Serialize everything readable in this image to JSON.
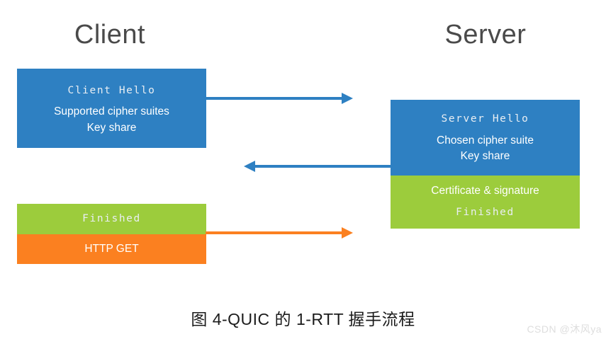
{
  "headers": {
    "client": "Client",
    "server": "Server"
  },
  "messages": {
    "client_hello": {
      "title": "Client Hello",
      "line2": "Supported cipher suites",
      "line3": "Key share"
    },
    "server_hello": {
      "title": "Server Hello",
      "line2": "Chosen cipher suite",
      "line3": "Key share"
    },
    "server_cert": {
      "line1": "Certificate & signature",
      "line2": "Finished"
    },
    "client_finished": {
      "label": "Finished"
    },
    "client_http_get": {
      "label": "HTTP GET"
    }
  },
  "arrows": [
    {
      "name": "client-hello-arrow",
      "direction": "right",
      "color": "#2e80c2"
    },
    {
      "name": "server-hello-arrow",
      "direction": "left",
      "color": "#2e80c2"
    },
    {
      "name": "http-get-arrow",
      "direction": "right",
      "color": "#fb8020"
    }
  ],
  "caption": "图 4-QUIC 的 1-RTT 握手流程",
  "watermark": "CSDN @沐风ya",
  "colors": {
    "blue": "#2e80c2",
    "green": "#9ccc3c",
    "orange": "#fb8020",
    "heading_gray": "#4a4a4a",
    "background": "#ffffff",
    "watermark_gray": "#dedede"
  }
}
